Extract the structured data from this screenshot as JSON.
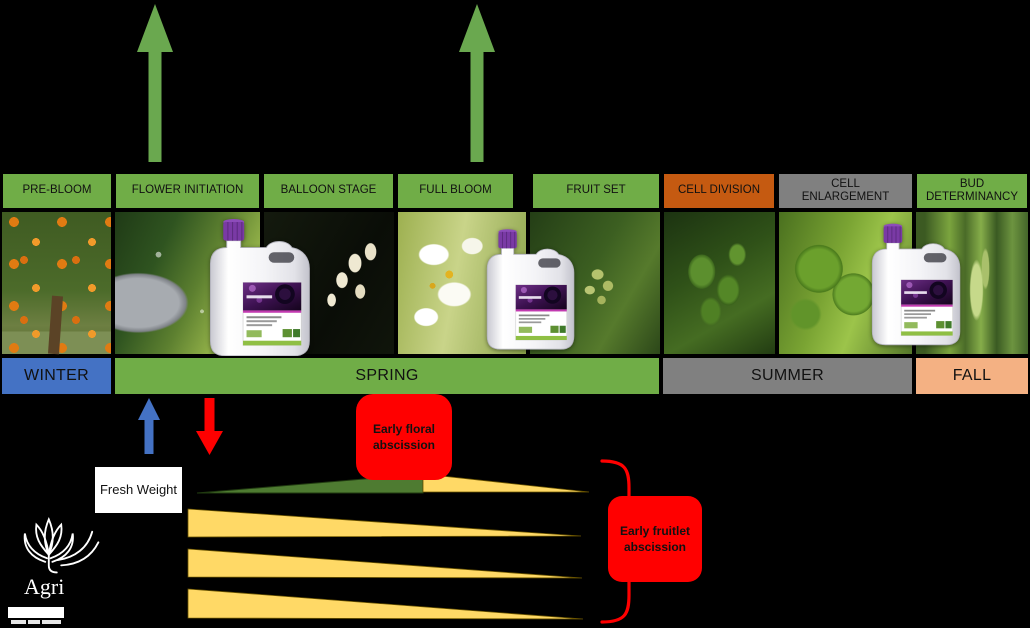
{
  "phases": [
    {
      "label": "PRE-BLOOM",
      "color": "#70AD47"
    },
    {
      "label": "FLOWER INITIATION",
      "color": "#70AD47"
    },
    {
      "label": "BALLOON STAGE",
      "color": "#70AD47"
    },
    {
      "label": "FULL BLOOM",
      "color": "#70AD47"
    },
    {
      "label": "FRUIT SET",
      "color": "#70AD47"
    },
    {
      "label": "CELL DIVISION",
      "color": "#C55A11"
    },
    {
      "label": "CELL ENLARGEMENT",
      "color": "#808080"
    },
    {
      "label": "BUD DETERMINANCY",
      "color": "#70AD47"
    }
  ],
  "seasons": [
    {
      "label": "WINTER",
      "color": "#4472C4"
    },
    {
      "label": "SPRING",
      "color": "#70AD47"
    },
    {
      "label": "SUMMER",
      "color": "#808080"
    },
    {
      "label": "FALL",
      "color": "#F4B183"
    }
  ],
  "photos": [
    {
      "name": "pre-bloom-orange-tree"
    },
    {
      "name": "flower-initiation-shoot"
    },
    {
      "name": "balloon-stage-buds"
    },
    {
      "name": "full-bloom-flowers"
    },
    {
      "name": "fruit-set-cluster"
    },
    {
      "name": "cell-division-fruitlets"
    },
    {
      "name": "cell-enlargement-fruits"
    },
    {
      "name": "bud-determinancy-shoot"
    }
  ],
  "callouts": {
    "fresh_weight": "Fresh Weight",
    "early_floral": "Early floral abscission",
    "early_fruitlet": "Early fruitlet abscission"
  },
  "arrows": {
    "application": {
      "icon": "up-arrow",
      "color": "#6AA84F",
      "count": 2
    },
    "increase": {
      "icon": "up-arrow",
      "color": "#4472C4"
    },
    "decrease": {
      "icon": "down-arrow",
      "color": "#FF0000"
    }
  },
  "wedges": {
    "growth_color": "#4E7B31",
    "abscission_color": "#FFD966",
    "abscission_bands": 4,
    "bracket_color": "#FF0000"
  },
  "product": {
    "container": "white-jerrycan",
    "cap_color": "#7A3AA5",
    "count": 3
  },
  "logo": {
    "brand": "Agri"
  }
}
